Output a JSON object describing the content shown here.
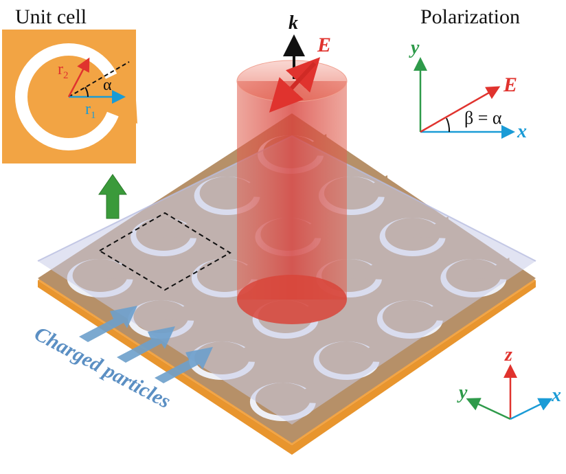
{
  "unit_cell": {
    "title": "Unit cell",
    "r2_label": "r",
    "r2_sub": "2",
    "r1_label": "r",
    "r1_sub": "1",
    "alpha_label": "α"
  },
  "beam": {
    "k_label": "k",
    "e_label": "E"
  },
  "polarization": {
    "title": "Polarization",
    "y_label": "y",
    "x_label": "x",
    "e_label": "E",
    "beta_label": "β = α"
  },
  "particles_label": "Charged particles",
  "axes": {
    "z_label": "z",
    "y_label": "y",
    "x_label": "x"
  },
  "colors": {
    "gold": "#f2a444",
    "plate": "#b69068",
    "glass": "#c8cce8",
    "red": "#e0332e",
    "blue": "#1a9bd6",
    "green": "#2e9a4a",
    "arrow_blue": "#6da0cc"
  }
}
